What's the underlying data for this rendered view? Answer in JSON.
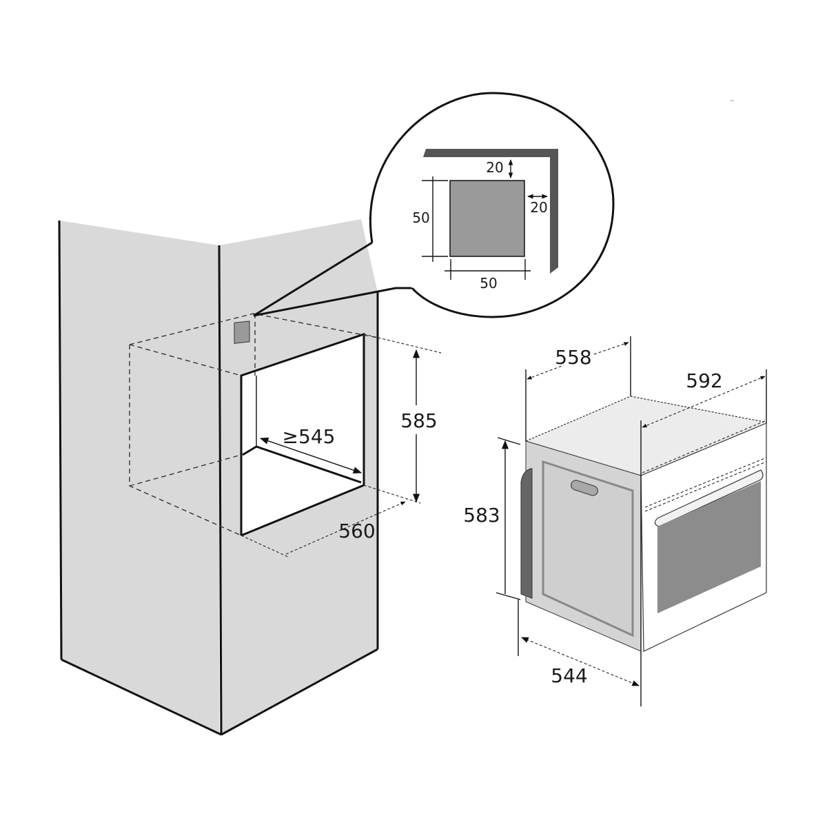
{
  "diagram": {
    "type": "built-in oven installation dimensions",
    "units": "mm",
    "cabinet": {
      "niche_depth_label": "≥545",
      "niche_height_label": "585",
      "niche_width_label": "560"
    },
    "ventilation_detail": {
      "opening_width_label": "50",
      "opening_height_label": "50",
      "top_clearance_label": "20",
      "side_clearance_label": "20"
    },
    "oven": {
      "depth_label": "558",
      "width_label": "592",
      "height_label": "583",
      "body_depth_label": "544"
    },
    "colors": {
      "cabinet_fill": "#d9d9d9",
      "vent_fill": "#9a9a9a",
      "wall_fill": "#555555",
      "oven_side_fill": "#d4d4d4",
      "oven_top_fill": "#ececec",
      "oven_window_fill": "#8c8c8c"
    }
  }
}
